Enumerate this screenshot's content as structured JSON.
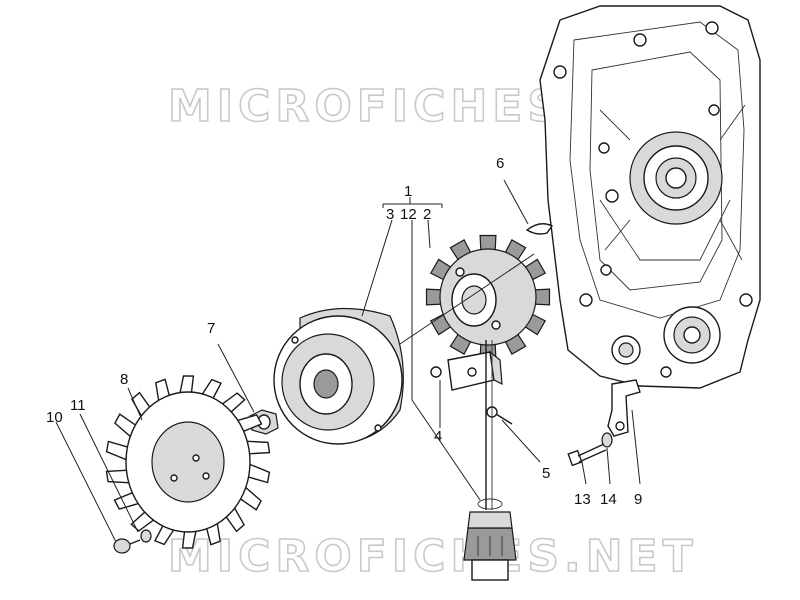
{
  "watermark": {
    "text": "MICROFICHES.NET"
  },
  "callouts": {
    "c1": "1",
    "c2": "2",
    "c3": "3",
    "c4": "4",
    "c5": "5",
    "c6": "6",
    "c7": "7",
    "c8": "8",
    "c9": "9",
    "c10": "10",
    "c11": "11",
    "c12": "12",
    "c13": "13",
    "c14": "14"
  }
}
